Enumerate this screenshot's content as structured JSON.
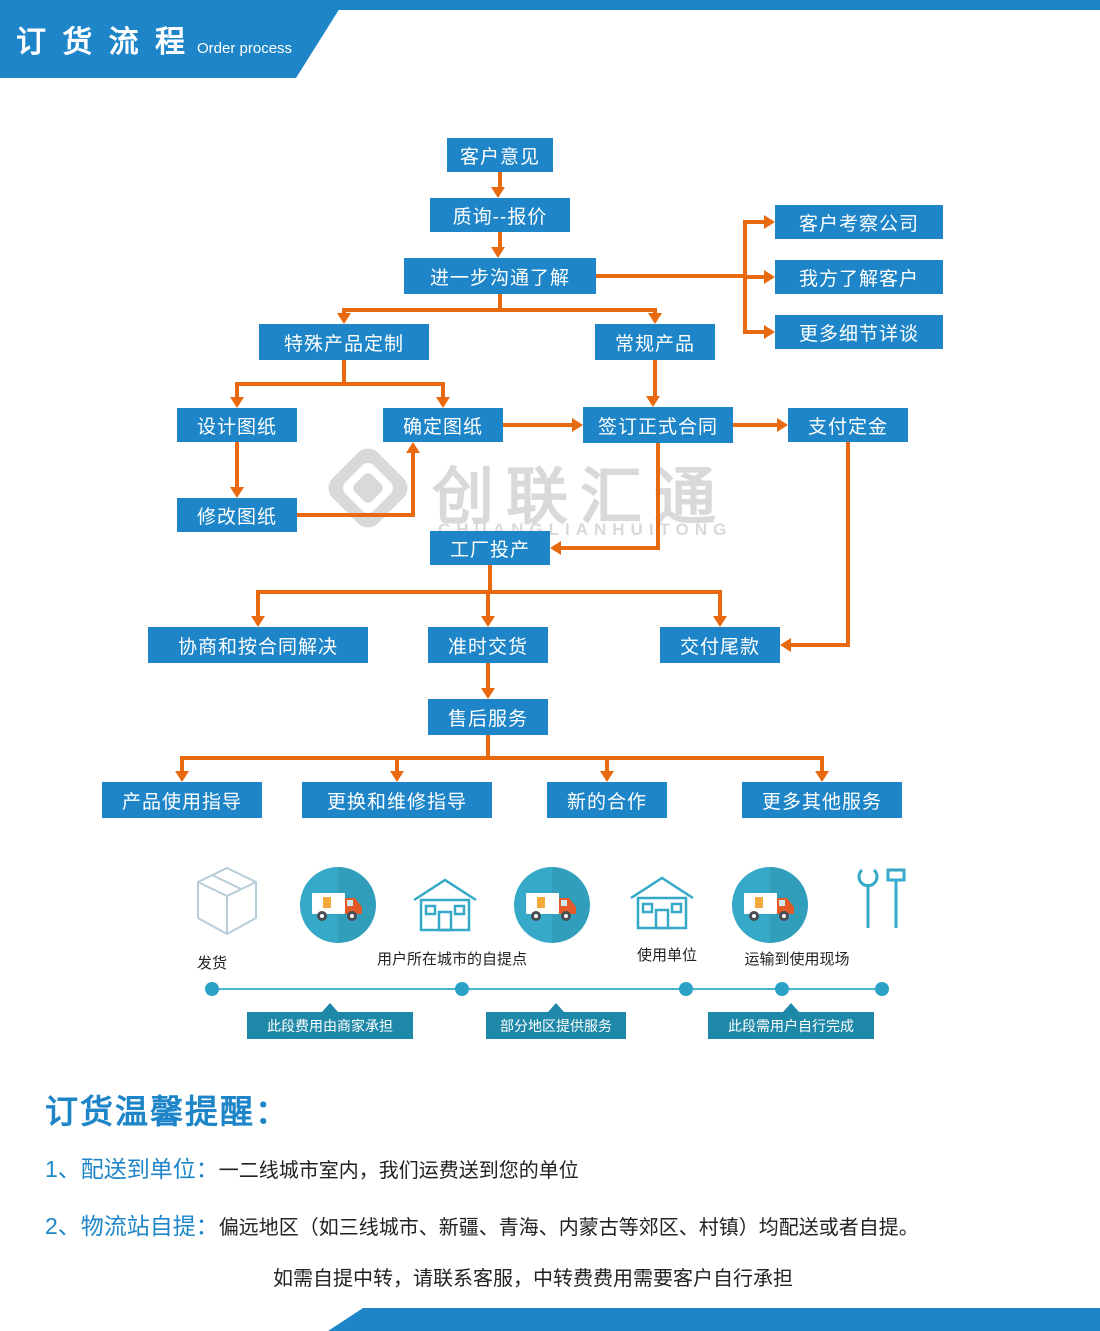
{
  "header": {
    "title": "订 货 流 程",
    "subtitle": "Order process"
  },
  "flow": {
    "customer_opinion": "客户意见",
    "inquiry_quote": "质询--报价",
    "further_communication": "进一步沟通了解",
    "customer_visit": "客户考察公司",
    "know_customer": "我方了解客户",
    "more_details": "更多细节详谈",
    "special_custom": "特殊产品定制",
    "regular_product": "常规产品",
    "design_drawing": "设计图纸",
    "confirm_drawing": "确定图纸",
    "sign_contract": "签订正式合同",
    "pay_deposit": "支付定金",
    "modify_drawing": "修改图纸",
    "factory_production": "工厂投产",
    "negotiate_resolve": "协商和按合同解决",
    "ontime_delivery": "准时交货",
    "pay_balance": "交付尾款",
    "after_sales": "售后服务",
    "usage_guidance": "产品使用指导",
    "replace_repair": "更换和维修指导",
    "new_cooperation": "新的合作",
    "more_services": "更多其他服务"
  },
  "watermark": {
    "title": "创联汇通",
    "subtitle": "CHUANGLIANHUITONG"
  },
  "logistics": {
    "ship_label": "发货",
    "pickup_label": "用户所在城市的自提点",
    "use_unit_label": "使用单位",
    "transport_label": "运输到使用现场",
    "tags": [
      "此段费用由商家承担",
      "部分地区提供服务",
      "此段需用户自行完成"
    ],
    "icons": [
      "package-box-icon",
      "delivery-truck-icon",
      "house-icon",
      "delivery-truck-icon",
      "house-icon",
      "delivery-truck-icon",
      "tools-icon"
    ]
  },
  "reminder": {
    "title": "订货温馨提醒：",
    "item1_label": "1、配送到单位：",
    "item1_text": "一二线城市室内，我们运费送到您的单位",
    "item2_label": "2、物流站自提：",
    "item2_text": "偏远地区（如三线城市、新疆、青海、内蒙古等郊区、村镇）均配送或者自提。",
    "item2_note": "如需自提中转，请联系客服，中转费费用需要客户自行承担"
  },
  "colors": {
    "primary_blue": "#1e86c8",
    "arrow_orange": "#e8690e",
    "icon_teal": "#35a9c7",
    "tag_teal": "#1e88a8",
    "watermark_gray": "#d9d9d9"
  }
}
